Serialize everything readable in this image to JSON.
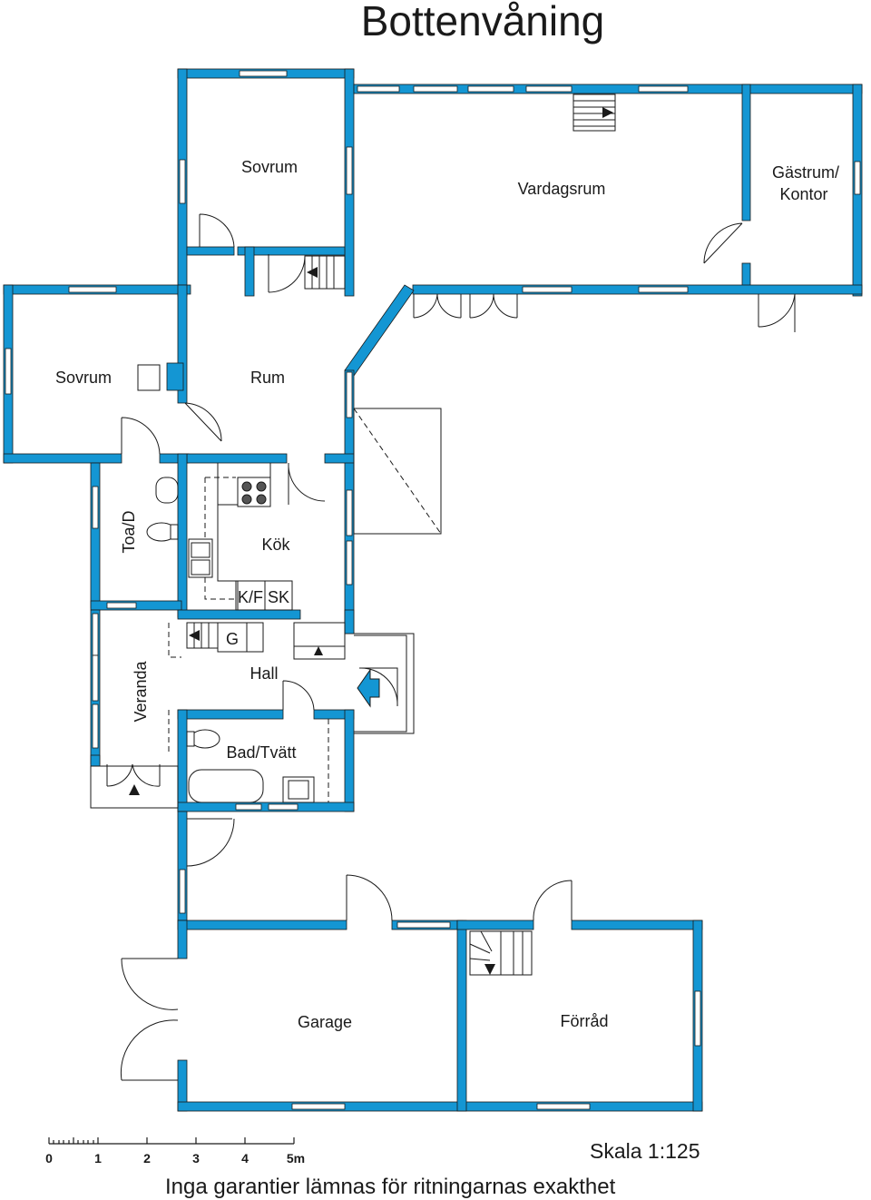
{
  "title": "Bottenvåning",
  "colors": {
    "wall": "#1496d3",
    "line": "#1a1a1a",
    "window_fill": "#ffffff"
  },
  "rooms": {
    "sovrum_upper": "Sovrum",
    "vardagsrum": "Vardagsrum",
    "gastrum_line1": "Gästrum/",
    "gastrum_line2": "Kontor",
    "sovrum_left": "Sovrum",
    "rum": "Rum",
    "toa": "Toa/D",
    "kok": "Kök",
    "kf": "K/F",
    "sk": "SK",
    "g": "G",
    "hall": "Hall",
    "veranda": "Veranda",
    "bad": "Bad/Tvätt",
    "garage": "Garage",
    "forrad": "Förråd"
  },
  "scale_bar": {
    "ticks": [
      "0",
      "1",
      "2",
      "3",
      "4",
      "5m"
    ]
  },
  "scale_label": "Skala 1:125",
  "disclaimer": "Inga garantier lämnas för ritningarnas exakthet"
}
